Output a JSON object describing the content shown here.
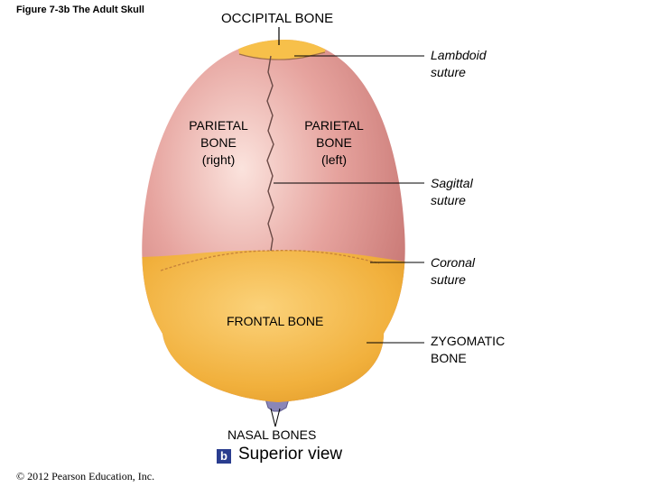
{
  "figure_title": "Figure 7-3b  The Adult Skull",
  "labels": {
    "occipital": "OCCIPITAL BONE",
    "lambdoid": [
      "Lambdoid",
      "suture"
    ],
    "parietal_right": [
      "PARIETAL",
      "BONE",
      "(right)"
    ],
    "parietal_left": [
      "PARIETAL",
      "BONE",
      "(left)"
    ],
    "sagittal": [
      "Sagittal",
      "suture"
    ],
    "coronal": [
      "Coronal",
      "suture"
    ],
    "frontal": "FRONTAL BONE",
    "zygomatic": [
      "ZYGOMATIC",
      "BONE"
    ],
    "nasal": "NASAL BONES"
  },
  "view": {
    "badge": "b",
    "title": "Superior view"
  },
  "copyright": "© 2012 Pearson Education, Inc.",
  "colors": {
    "parietal": "#d88a86",
    "frontal": "#f2b440",
    "occipital": "#f7c04a",
    "zygomatic": "#2fa8c8",
    "nasal": "#8a86b8"
  }
}
